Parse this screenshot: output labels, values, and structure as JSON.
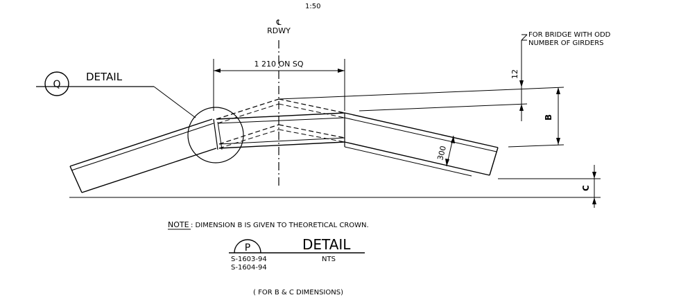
{
  "scale_label": "1:50",
  "centerline": {
    "symbol": "℄",
    "label": "RDWY"
  },
  "top_dimension": "1 210 ON SQ",
  "note_text": "FOR BRIDGE WITH ODD NUMBER OF GIRDERS",
  "note_line1": "FOR BRIDGE WITH ODD",
  "note_line2": "NUMBER OF GIRDERS",
  "detail_q": {
    "letter": "Q",
    "label": "DETAIL"
  },
  "dim_12": "12",
  "dim_b": "B",
  "dim_300": "300",
  "dim_c": "C",
  "main_note": {
    "prefix": "NOTE",
    "text": ": DIMENSION B IS GIVEN TO THEORETICAL CROWN."
  },
  "detail_p": {
    "letter": "P",
    "label": "DETAIL",
    "ref1": "S-1603-94",
    "ref2": "S-1604-94",
    "nts": "NTS"
  },
  "footer_caption": "( FOR B & C DIMENSIONS)"
}
